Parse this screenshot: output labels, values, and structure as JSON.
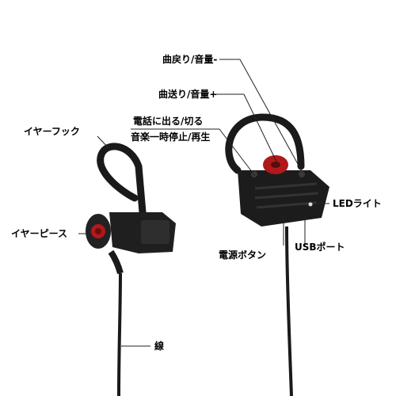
{
  "labels": {
    "track_back_vol_down": "曲戻り/音量-",
    "track_next_vol_up": "曲送り/音量+",
    "call_answer_end": "電話に出る/切る",
    "music_play_pause": "音楽一時停止/再生",
    "ear_hook": "イヤーフック",
    "ear_piece": "イヤーピース",
    "led_light": "LEDライト",
    "power_button": "電源ボタン",
    "usb_port": "USBポート",
    "cable": "線"
  },
  "colors": {
    "body": "#1a1a1a",
    "accent_red": "#b0191c",
    "leader_line": "#222222"
  }
}
